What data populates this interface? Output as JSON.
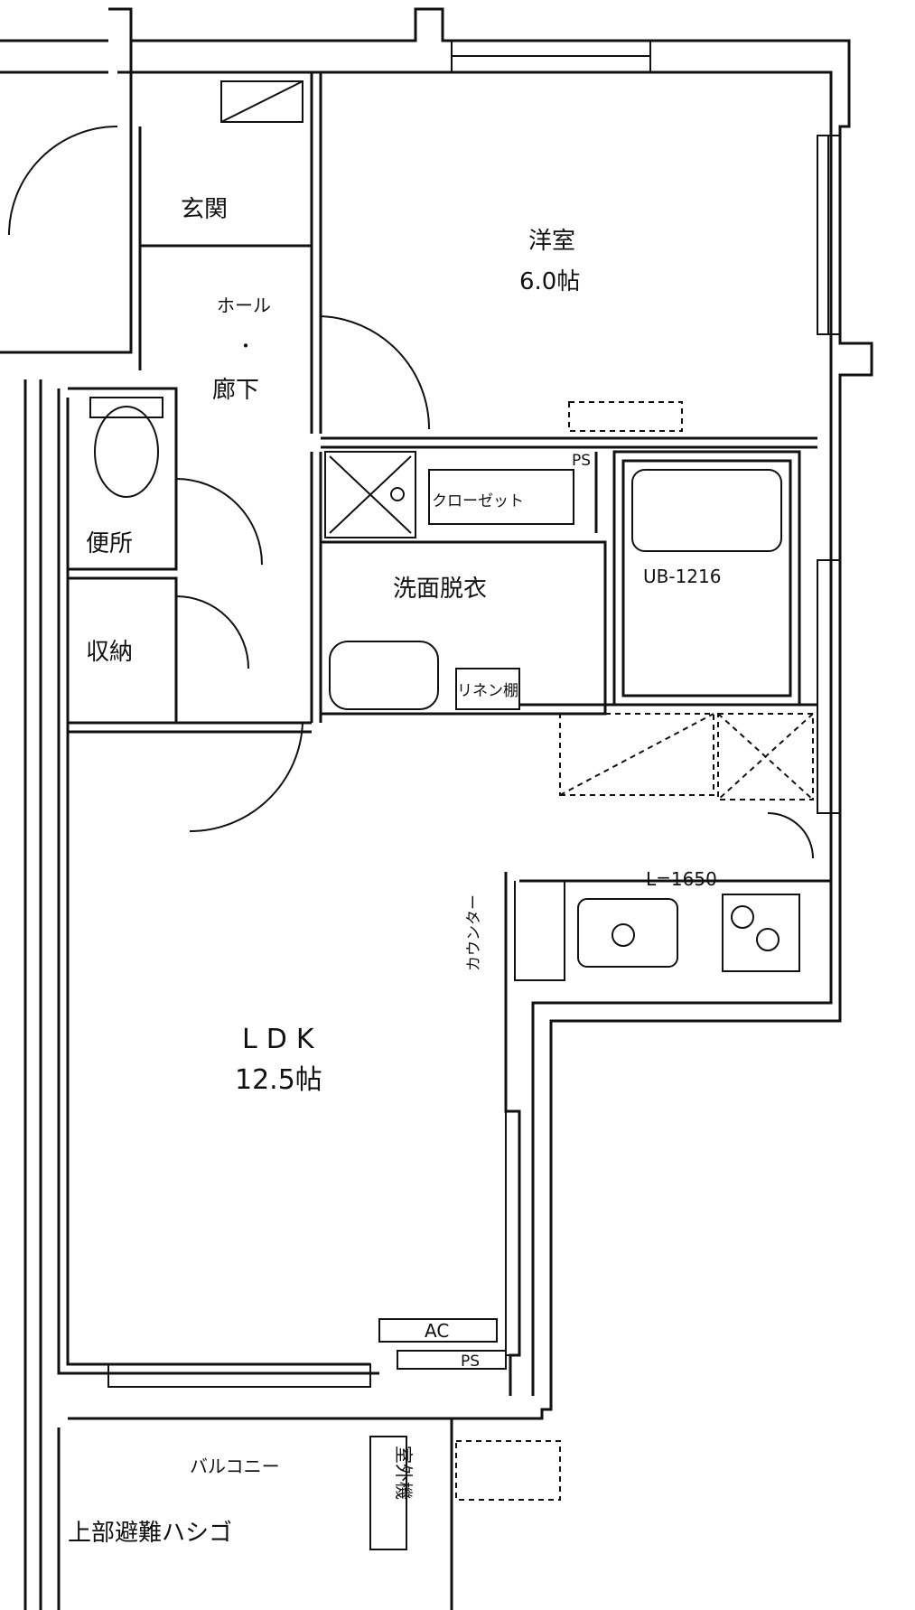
{
  "rooms": {
    "genkan": "玄関",
    "yoshitsu_name": "洋室",
    "yoshitsu_size": "6.0帖",
    "hall": "ホール",
    "dot": "・",
    "rouka": "廊下",
    "benjo": "便所",
    "shuno": "収納",
    "closet": "クローゼット",
    "ps_top": "PS",
    "senmen": "洗面脱衣",
    "ub": "UB-1216",
    "linen": "リネン棚",
    "kitchen_len": "L=1650",
    "counter": "カウンター",
    "ldk_name": "LDK",
    "ldk_size": "12.5帖",
    "ac": "AC",
    "ps_bottom": "PS",
    "balcony": "バルコニー",
    "outdoor_unit": "室外機",
    "escape": "上部避難ハシゴ"
  },
  "colors": {
    "line": "#111111",
    "background": "#ffffff"
  }
}
